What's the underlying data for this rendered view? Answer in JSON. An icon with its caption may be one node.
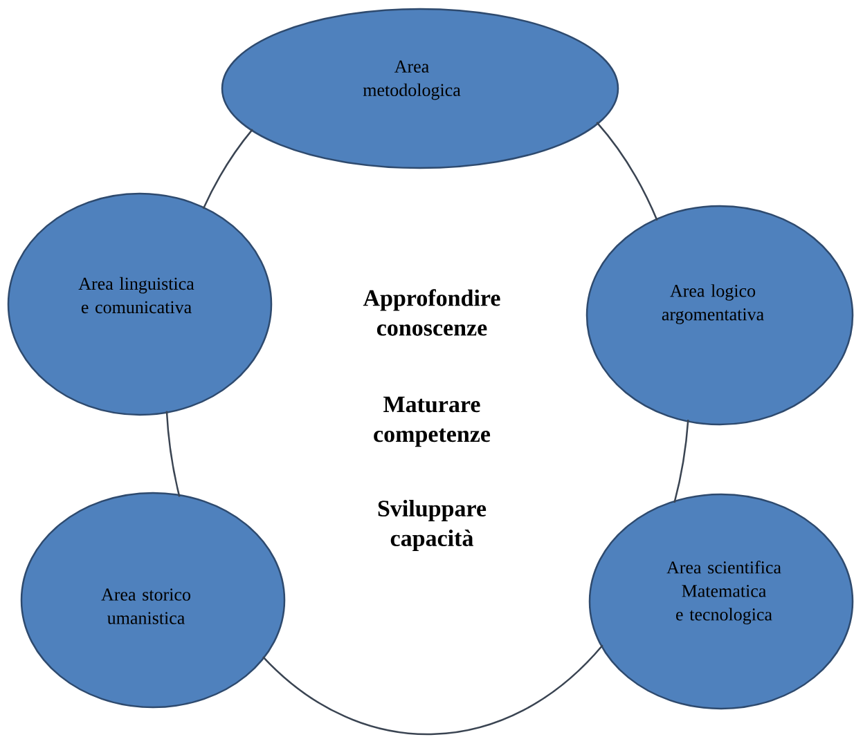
{
  "diagram": {
    "nodes": [
      {
        "text": [
          "Area metodologica"
        ]
      },
      {
        "text": [
          "Area linguistica e comunicativa"
        ]
      },
      {
        "text": [
          "Area logico argomentativa"
        ]
      },
      {
        "text": [
          "Area storico umanistica"
        ]
      },
      {
        "text": [
          "Area scientifica Matematica e tecnologica"
        ]
      }
    ],
    "edges": [
      {
        "from": 0,
        "to": 2,
        "arrow": "none"
      },
      {
        "from": 2,
        "to": 4,
        "arrow": "none"
      },
      {
        "from": 4,
        "to": 3,
        "arrow": "none"
      },
      {
        "from": 3,
        "to": 1,
        "arrow": "none"
      },
      {
        "from": 1,
        "to": 0,
        "arrow": "none"
      }
    ],
    "labels": [
      "Approfondire conoscenze",
      "Maturare competenze",
      "Sviluppare capacità"
    ]
  }
}
